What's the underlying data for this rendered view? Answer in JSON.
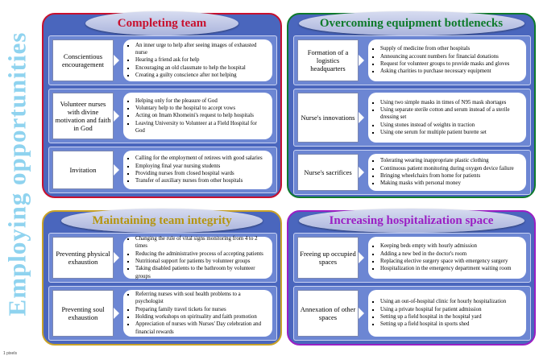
{
  "side_title": "Employing opportunities",
  "scale_label": "1 pixels",
  "panels": [
    {
      "title": "Completing team",
      "rows": [
        {
          "category": "Conscientious encouragement",
          "items": [
            "An inner urge to help after seeing images of exhausted nurse",
            "Hearing a friend ask for help",
            "Encouraging an old classmate to help the hospital",
            "Creating a guilty conscience after not helping"
          ]
        },
        {
          "category": "Volunteer nurses with divine motivation and faith in God",
          "items": [
            "Helping only for the pleasure of God",
            "Voluntary help to the hospital to accept vows",
            "Acting on Imam Khomeini's request to help hospitals",
            "Leaving University to Volunteer at a Field Hospital for God"
          ]
        },
        {
          "category": "Invitation",
          "items": [
            "Calling for the employment of retirees with good salaries",
            "Employing final year nursing students",
            "Providing nurses from closed hospital wards",
            "Transfer of auxiliary nurses from other hospitals"
          ]
        }
      ]
    },
    {
      "title": "Overcoming equipment bottlenecks",
      "rows": [
        {
          "category": "Formation of a logistics headquarters",
          "items": [
            "Supply of medicine from other hospitals",
            "Announcing account numbers for financial donations",
            "Request for volunteer groups to provide masks and gloves",
            "Asking charities to purchase necessary equipment"
          ]
        },
        {
          "category": "Nurse's innovations",
          "items": [
            "Using two simple masks in times of N95 mask shortages",
            "Using separate sterile cotton and serum instead of a sterile dressing set",
            "Using stones instead of weights in traction",
            "Using one serum for multiple patient burette set"
          ]
        },
        {
          "category": "Nurse's sacrifices",
          "items": [
            "Tolerating wearing inappropriate plastic clothing",
            "Continuous patient monitoring during oxygen device failure",
            "Bringing wheelchairs from home for patients",
            "Making masks with personal money"
          ]
        }
      ]
    },
    {
      "title": "Maintaining team integrity",
      "rows": [
        {
          "category": "Preventing physical exhaustion",
          "items": [
            "Changing the rule of vital signs monitoring from 4 to 2 times",
            "Reducing the administrative process of accepting patients",
            "Nutritional support for patients by volunteer groups",
            "Taking disabled patients to the bathroom by volunteer groups"
          ]
        },
        {
          "category": "Preventing soul exhaustion",
          "items": [
            "Referring nurses with soul health problems to a psychologist",
            "Preparing family travel tickets for nurses",
            "Holding workshops on spirituality and faith promotion",
            "Appreciation of nurses with Nurses' Day celebration and financial rewards"
          ]
        }
      ]
    },
    {
      "title": "Increasing hospitalization space",
      "rows": [
        {
          "category": "Freeing up occupied spaces",
          "items": [
            "Keeping beds empty with hourly admission",
            "Adding a new bed in the doctor's room",
            "Replacing elective surgery space with emergency surgery",
            "Hospitalization in the emergency department waiting room"
          ]
        },
        {
          "category": "Annexation of other spaces",
          "items": [
            "Using an out-of-hospital clinic for hourly hospitalization",
            "Using a private hospital for patient admission",
            "Setting up a field hospital in the hospital yard",
            "Setting up a field hospital in sports shed"
          ]
        }
      ]
    }
  ],
  "colors": {
    "title_red": "#c8102e",
    "title_green": "#0e7a2b",
    "title_gold": "#b5950f",
    "title_purple": "#9b1fc4",
    "panel_blue": "#4a66bd",
    "side_title": "#8fd3ef"
  }
}
